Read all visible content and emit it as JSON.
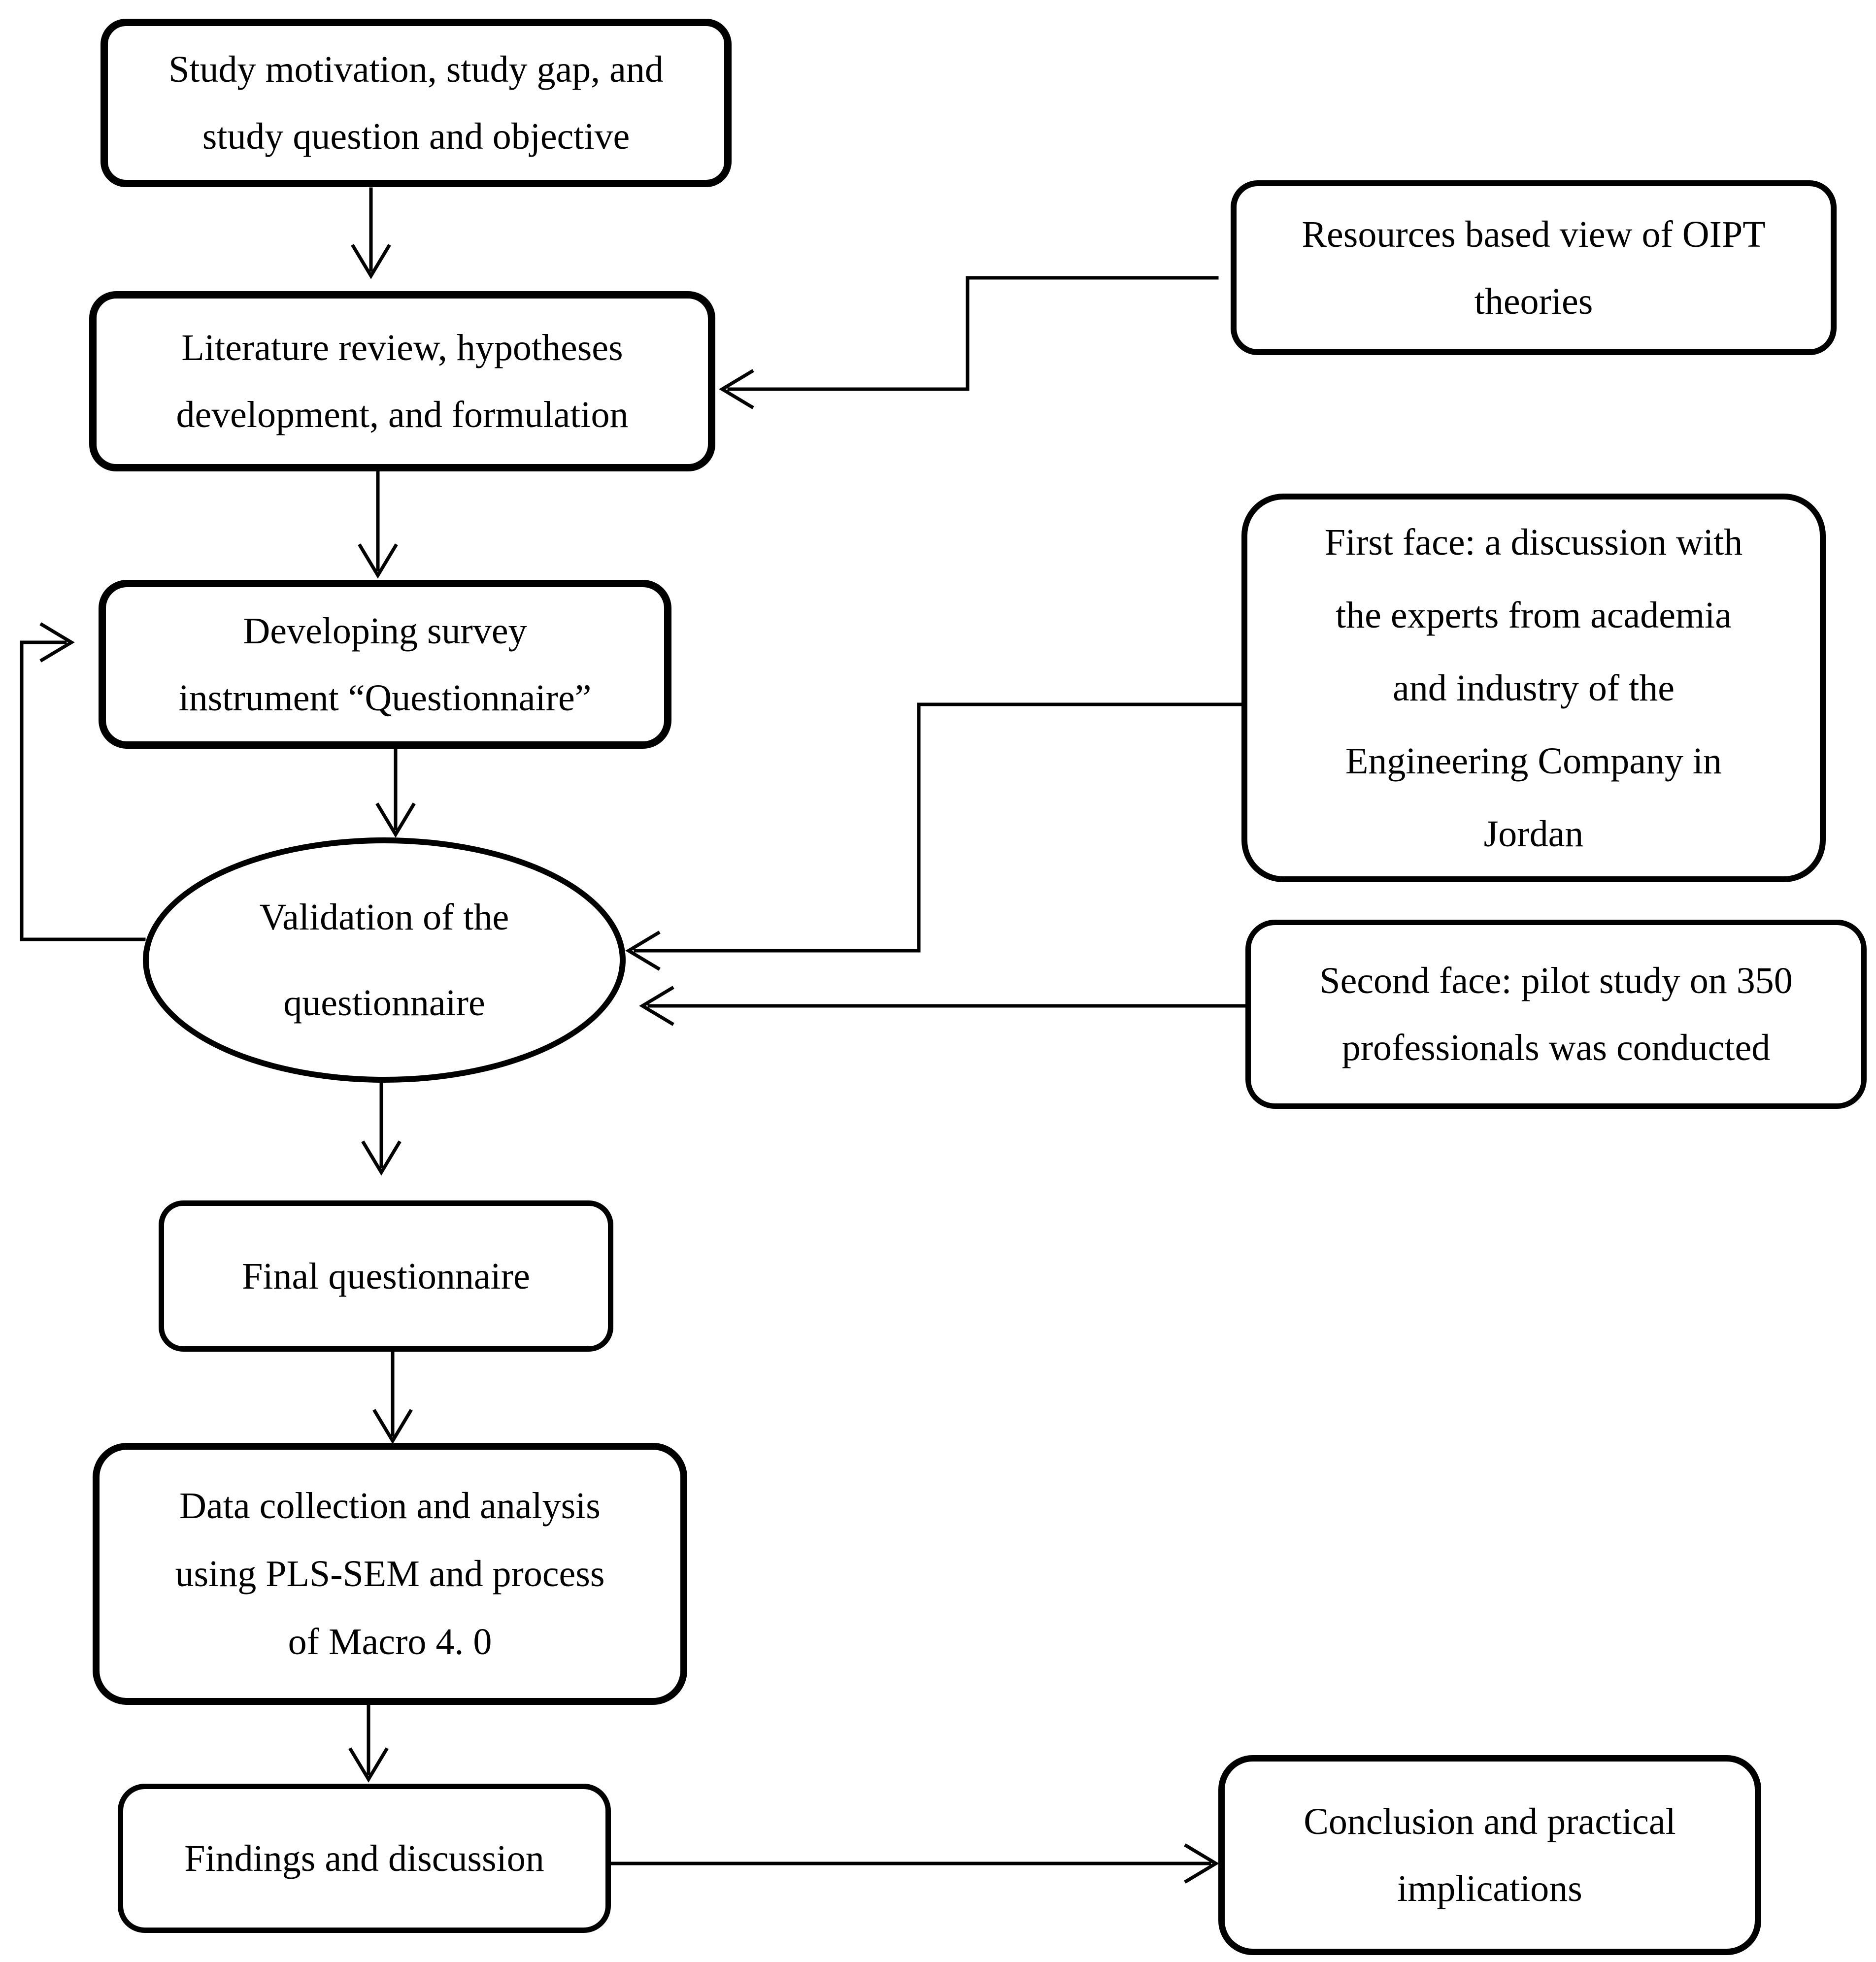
{
  "figure": {
    "background_color": "#ffffff",
    "stroke_color": "#000000",
    "type": "research-methodology-flowchart"
  },
  "nodes": {
    "study": {
      "shape": "rounded-rect",
      "lines": [
        "Study motivation, study gap, and",
        "study question and objective"
      ]
    },
    "literature": {
      "shape": "rounded-rect",
      "lines": [
        "Literature review, hypotheses",
        "development, and formulation"
      ]
    },
    "resources": {
      "shape": "rounded-rect",
      "lines": [
        "Resources based view of OIPT",
        "theories"
      ]
    },
    "developing": {
      "shape": "rounded-rect",
      "lines": [
        "Developing survey",
        "instrument “Questionnaire”"
      ]
    },
    "validation": {
      "shape": "ellipse",
      "lines": [
        "Validation of the",
        "questionnaire"
      ]
    },
    "first_face": {
      "shape": "rounded-rect",
      "lines": [
        "First face: a discussion with",
        "the experts from academia",
        "and industry of the",
        "Engineering Company in",
        "Jordan"
      ]
    },
    "second_face": {
      "shape": "rounded-rect",
      "lines": [
        "Second face: pilot study on 350",
        "professionals was conducted"
      ]
    },
    "final": {
      "shape": "rounded-rect",
      "lines": [
        "Final questionnaire"
      ]
    },
    "data_collection": {
      "shape": "rounded-rect",
      "lines": [
        "Data collection and analysis",
        "using PLS-SEM and process",
        "of Macro 4. 0"
      ]
    },
    "findings": {
      "shape": "rounded-rect",
      "lines": [
        "Findings and discussion"
      ]
    },
    "conclusion": {
      "shape": "rounded-rect",
      "lines": [
        "Conclusion and practical",
        "implications"
      ]
    }
  },
  "edges": [
    {
      "from": "study",
      "to": "literature",
      "style": "arrow-down"
    },
    {
      "from": "resources",
      "to": "literature",
      "style": "elbow-arrow-left"
    },
    {
      "from": "literature",
      "to": "developing",
      "style": "arrow-down"
    },
    {
      "from": "developing",
      "to": "validation",
      "style": "arrow-down"
    },
    {
      "from": "first_face",
      "to": "validation",
      "style": "elbow-arrow-left"
    },
    {
      "from": "second_face",
      "to": "validation",
      "style": "arrow-left"
    },
    {
      "from": "validation",
      "to": "developing",
      "style": "feedback-loop-arrow"
    },
    {
      "from": "validation",
      "to": "final",
      "style": "arrow-down"
    },
    {
      "from": "final",
      "to": "data_collection",
      "style": "arrow-down"
    },
    {
      "from": "data_collection",
      "to": "findings",
      "style": "arrow-down"
    },
    {
      "from": "findings",
      "to": "conclusion",
      "style": "arrow-right"
    }
  ]
}
